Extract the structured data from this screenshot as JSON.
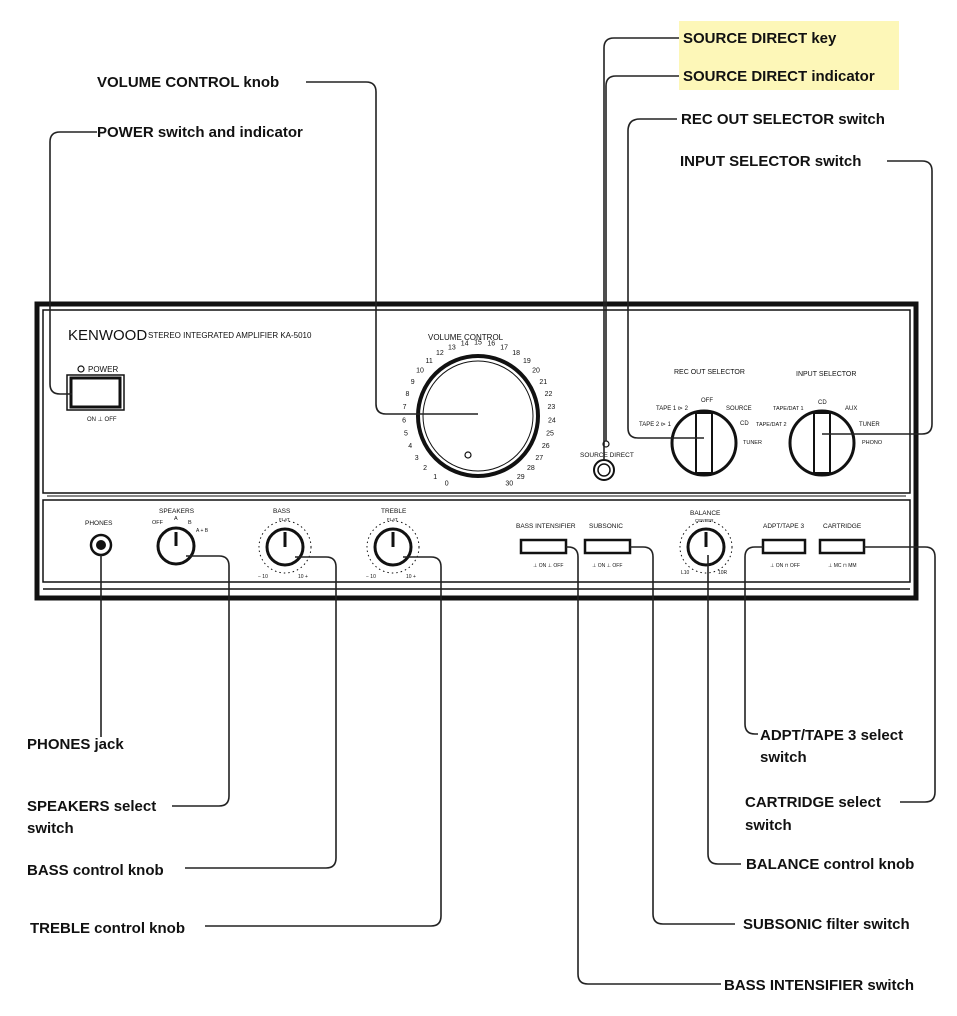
{
  "callouts": {
    "source_direct_key": "SOURCE DIRECT key",
    "source_direct_indicator": "SOURCE DIRECT indicator",
    "volume_control_knob": "VOLUME CONTROL knob",
    "rec_out_selector_switch": "REC OUT SELECTOR switch",
    "power_switch_indicator": "POWER switch and indicator",
    "input_selector_switch": "INPUT SELECTOR switch",
    "phones_jack": "PHONES jack",
    "adpt_tape3_line1": "ADPT/TAPE 3 select",
    "adpt_tape3_line2": "switch",
    "speakers_line1": "SPEAKERS select",
    "speakers_line2": "switch",
    "cartridge_line1": "CARTRIDGE select",
    "cartridge_line2": "switch",
    "bass_control_knob": "BASS control knob",
    "balance_control_knob": "BALANCE control knob",
    "subsonic_filter_switch": "SUBSONIC filter switch",
    "treble_control_knob": "TREBLE control knob",
    "bass_intensifier_switch": "BASS INTENSIFIER switch"
  },
  "highlight_color": "#fdf7b8",
  "panel": {
    "brand": "KENWOOD",
    "model": "STEREO INTEGRATED AMPLIFIER KA-5010",
    "power_label": "POWER",
    "power_onoff": "ON ⊥ OFF",
    "volume_title": "VOLUME CONTROL",
    "volume_scale": [
      "0",
      "1",
      "2",
      "3",
      "4",
      "5",
      "6",
      "7",
      "8",
      "9",
      "10",
      "11",
      "12",
      "13",
      "14",
      "15",
      "16",
      "17",
      "18",
      "19",
      "20",
      "21",
      "22",
      "23",
      "24",
      "25",
      "26",
      "27",
      "28",
      "29",
      "30"
    ],
    "source_direct": "SOURCE DIRECT",
    "rec_out_title": "REC OUT SELECTOR",
    "rec_out_positions": {
      "off": "OFF",
      "tape1_to_2": "TAPE 1 ⊳ 2",
      "source": "SOURCE",
      "tape2_to_1": "TAPE 2 ⊳ 1",
      "cd": "CD",
      "tuner": "TUNER"
    },
    "input_title": "INPUT SELECTOR",
    "input_positions": {
      "cd": "CD",
      "tapedat1": "TAPE/DAT 1",
      "aux": "AUX",
      "tapedat2": "TAPE/DAT 2",
      "tuner": "TUNER",
      "phono": "PHONO"
    },
    "phones": "PHONES",
    "speakers": {
      "title": "SPEAKERS",
      "off": "OFF",
      "a": "A",
      "b": "B",
      "ab": "A + B"
    },
    "bass": {
      "title": "BASS",
      "flat": "FLAT",
      "min": "− 10",
      "max": "10 +"
    },
    "treble": {
      "title": "TREBLE",
      "flat": "FLAT",
      "min": "− 10",
      "max": "10 +"
    },
    "bass_intensifier": {
      "title": "BASS INTENSIFIER",
      "onoff": "⊥ ON ⊥ OFF"
    },
    "subsonic": {
      "title": "SUBSONIC",
      "onoff": "⊥ ON ⊥ OFF"
    },
    "balance": {
      "title": "BALANCE",
      "center": "CENTER",
      "left": "L10",
      "right": "10R"
    },
    "adpt_tape3": {
      "title": "ADPT/TAPE 3",
      "onoff": "⊥ ON ⊓ OFF"
    },
    "cartridge": {
      "title": "CARTRIDGE",
      "mcmm": "⊥ MC ⊓ MM"
    }
  }
}
